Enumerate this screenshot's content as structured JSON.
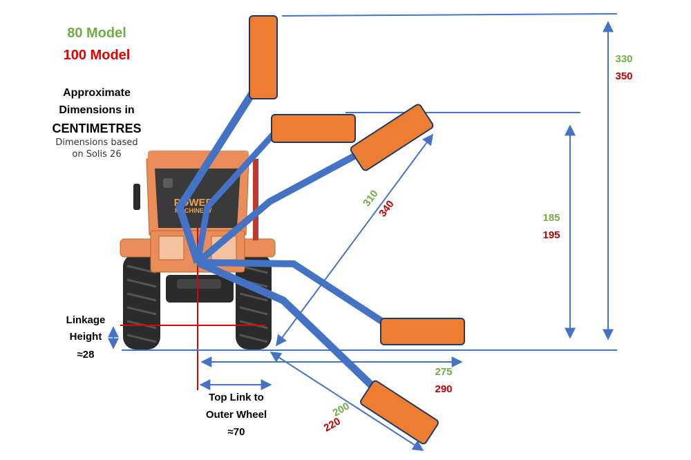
{
  "colors": {
    "model_80": "#70ad47",
    "model_100": "#e00000",
    "model_100_dim": "#c00000",
    "dimension_line": "#4472c4",
    "arm": "#4472c4",
    "mower_body": "#ed7d31",
    "mower_outline": "#203864",
    "centerline": "#e00000",
    "tractor_body": "#e98e5a",
    "tyre": "#2b2b2b"
  },
  "legend": {
    "model_80": "80 Model",
    "model_100": "100 Model"
  },
  "caption": {
    "line1": "Approximate",
    "line2": "Dimensions in",
    "line3": "CENTIMETRES",
    "note1": "Dimensions based",
    "note2": "on Solis 26"
  },
  "tractor": {
    "brand_line1": "POWER",
    "brand_line2": "MACHINERY"
  },
  "dimensions": {
    "max_height": {
      "model_80": "330",
      "model_100": "350"
    },
    "mid_height": {
      "model_80": "185",
      "model_100": "195"
    },
    "diagonal_reach": {
      "model_80": "310",
      "model_100": "340"
    },
    "horizontal_reach": {
      "model_80": "275",
      "model_100": "290"
    },
    "lower_reach": {
      "model_80": "200",
      "model_100": "220"
    }
  },
  "linkage": {
    "line1": "Linkage",
    "line2": "Height",
    "value": "≈28"
  },
  "top_link": {
    "line1": "Top Link to",
    "line2": "Outer Wheel",
    "value": "≈70"
  }
}
